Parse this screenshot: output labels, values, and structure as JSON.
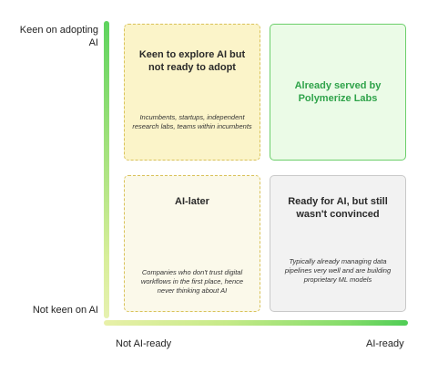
{
  "axes": {
    "y_top": "Keen on adopting AI",
    "y_bottom": "Not keen on AI",
    "x_left": "Not AI-ready",
    "x_right": "AI-ready"
  },
  "quadrants": {
    "top_left": {
      "title": "Keen to explore AI but not ready to adopt",
      "description": "Incumbents, startups, independent research labs, teams within incumbents"
    },
    "top_right": {
      "title": "Already served by Polymerize Labs",
      "description": ""
    },
    "bottom_left": {
      "title": "AI-later",
      "description": "Companies who don't trust digital workflows in the first place, hence never thinking about AI"
    },
    "bottom_right": {
      "title": "Ready for AI, but still wasn't convinced",
      "description": "Typically already managing data pipelines very well and are building proprietary ML models"
    }
  },
  "colors": {
    "axis_green": "#4fcd55",
    "axis_yellow": "#e8f0a8",
    "highlight_title": "#2fa34a"
  }
}
